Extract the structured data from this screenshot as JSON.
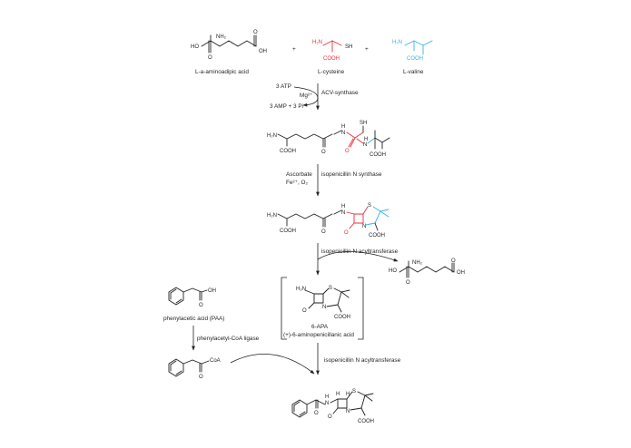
{
  "compounds": {
    "aminoadipic": {
      "name": "L-a-aminoadipic acid",
      "ho": "HO",
      "oh": "OH",
      "o1": "O",
      "o2": "O",
      "nh2": "NH₂"
    },
    "cysteine": {
      "name": "L-cysteine",
      "h2n": "H₂N",
      "sh": "SH",
      "cooh": "COOH"
    },
    "valine": {
      "name": "L-valine",
      "h2n": "H₂N",
      "cooh": "COOH"
    },
    "acv": {
      "h2n": "H₂N",
      "cooh1": "COOH",
      "cooh2": "COOH",
      "o1": "O",
      "o2": "O",
      "n1": "N",
      "h1": "H",
      "n2": "N",
      "h2": "H",
      "sh": "SH"
    },
    "ipn": {
      "h2n": "H₂N",
      "cooh1": "COOH",
      "cooh2": "COOH",
      "o1": "O",
      "o2": "O",
      "n1": "N",
      "h1": "H",
      "n2": "N",
      "s": "S"
    },
    "aminoadipic_product": {
      "ho": "HO",
      "oh": "OH",
      "o1": "O",
      "o2": "O",
      "nh2": "NH₂"
    },
    "apa": {
      "h2n": "H₂N",
      "o": "O",
      "s": "S",
      "n": "N",
      "cooh": "COOH",
      "name": "6-APA",
      "fullname": "(+)-6-aminopenicillanic acid"
    },
    "paa": {
      "oh": "OH",
      "o": "O",
      "name": "phenylacetic acid (PAA)"
    },
    "paacoa": {
      "coa": "CoA",
      "o": "O"
    },
    "penicillin": {
      "o1": "O",
      "o2": "O",
      "n1": "N",
      "h1": "H",
      "h2": "H",
      "h3": "H",
      "s": "S",
      "n2": "N",
      "cooh": "COOH"
    }
  },
  "symbols": {
    "plus1": "+",
    "plus2": "+"
  },
  "steps": {
    "acvs": {
      "enzyme": "ACV-synthase",
      "atp": "3 ATP",
      "mg": "Mg²⁺",
      "amp": "3 AMP + 3 Pi"
    },
    "ipns": {
      "enzyme": "isopenicillin N synthase",
      "asc": "Ascorbate",
      "fe": "Fe²⁺, O₂"
    },
    "iat1": {
      "enzyme": "isopenicillin N acyltransferase"
    },
    "ligase": {
      "enzyme": "phenylacetyl-CoA ligase"
    },
    "iat2": {
      "enzyme": "isopenicillin N acyltransferase"
    }
  },
  "colors": {
    "ink": "#231f20",
    "cysteine": "#e8303a",
    "valine": "#3ab4e6"
  }
}
